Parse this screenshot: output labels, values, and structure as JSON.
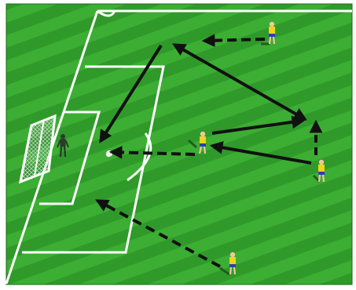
{
  "diagram": {
    "type": "soccer-drill",
    "pitch_colors": {
      "grass_dark": "#2f9a2a",
      "grass_light": "#3cae33",
      "lines": "#ffffff",
      "outer_border": "#1c6b1c"
    },
    "kit_colors": {
      "shirt": "#f2d21b",
      "shorts": "#2a3fb5",
      "skin": "#f1c79a",
      "keeper": "#2b3b2b"
    },
    "arrow_color": "#111111",
    "players": [
      {
        "name": "player-top-right",
        "role": "attacker"
      },
      {
        "name": "player-center",
        "role": "attacker"
      },
      {
        "name": "player-right-wide",
        "role": "attacker"
      },
      {
        "name": "player-bottom",
        "role": "attacker"
      },
      {
        "name": "goalkeeper",
        "role": "goalkeeper"
      }
    ],
    "movements": [
      {
        "name": "pass-top-right-to-center-top",
        "style": "dashed"
      },
      {
        "name": "pass-top-to-right",
        "style": "solid"
      },
      {
        "name": "run-top-to-box",
        "style": "solid"
      },
      {
        "name": "pass-center-to-right",
        "style": "solid"
      },
      {
        "name": "run-right-up",
        "style": "dashed"
      },
      {
        "name": "pass-right-to-center",
        "style": "solid"
      },
      {
        "name": "shot-center-to-goal",
        "style": "dashed"
      },
      {
        "name": "run-bottom-to-goal",
        "style": "dashed"
      }
    ]
  }
}
